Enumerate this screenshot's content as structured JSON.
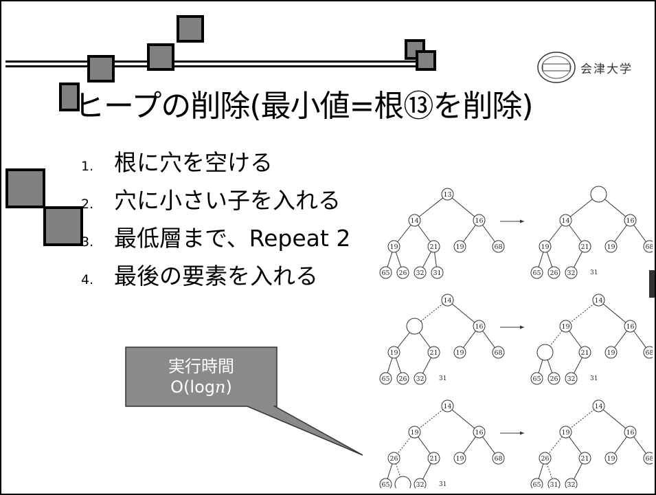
{
  "slide": {
    "title": "ヒープの削除(最小値=根⑬を削除)",
    "steps": [
      {
        "num": "1.",
        "text": "根に穴を空ける"
      },
      {
        "num": "2.",
        "text": "穴に小さい子を入れる"
      },
      {
        "num": "3.",
        "text": "最低層まで、Repeat 2"
      },
      {
        "num": "4.",
        "text": "最後の要素を入れる"
      }
    ],
    "callout": {
      "line1": "実行時間",
      "line2_prefix": "O(log",
      "line2_var": "n",
      "line2_suffix": ")"
    },
    "logo": {
      "name": "会津大学",
      "seal_text": [
        "THE",
        "UNIVERSITY",
        "OF",
        "AIZU"
      ]
    }
  },
  "trees": [
    {
      "root": "13",
      "l": "14",
      "r": "16",
      "ll": "19",
      "lr": "21",
      "rl": "19",
      "rr": "68",
      "lll": "65",
      "llr": "26",
      "lrl": "32",
      "lrr": "31",
      "extra": ""
    },
    {
      "root": "",
      "l": "14",
      "r": "16",
      "ll": "19",
      "lr": "21",
      "rl": "19",
      "rr": "68",
      "lll": "65",
      "llr": "26",
      "lrl": "32",
      "lrr": "",
      "extra": "31"
    },
    {
      "root": "14",
      "l": "",
      "r": "16",
      "ll": "19",
      "lr": "21",
      "rl": "19",
      "rr": "68",
      "lll": "65",
      "llr": "26",
      "lrl": "32",
      "lrr": "",
      "extra": "31"
    },
    {
      "root": "14",
      "l": "19",
      "r": "16",
      "ll": "",
      "lr": "21",
      "rl": "19",
      "rr": "68",
      "lll": "65",
      "llr": "26",
      "lrl": "32",
      "lrr": "",
      "extra": "31"
    },
    {
      "root": "14",
      "l": "19",
      "r": "16",
      "ll": "26",
      "lr": "21",
      "rl": "19",
      "rr": "68",
      "lll": "65",
      "llr": "",
      "lrl": "32",
      "lrr": "",
      "extra": "31"
    },
    {
      "root": "14",
      "l": "19",
      "r": "16",
      "ll": "26",
      "lr": "21",
      "rl": "19",
      "rr": "68",
      "lll": "65",
      "llr": "31",
      "lrl": "32",
      "lrr": "",
      "extra": ""
    }
  ]
}
